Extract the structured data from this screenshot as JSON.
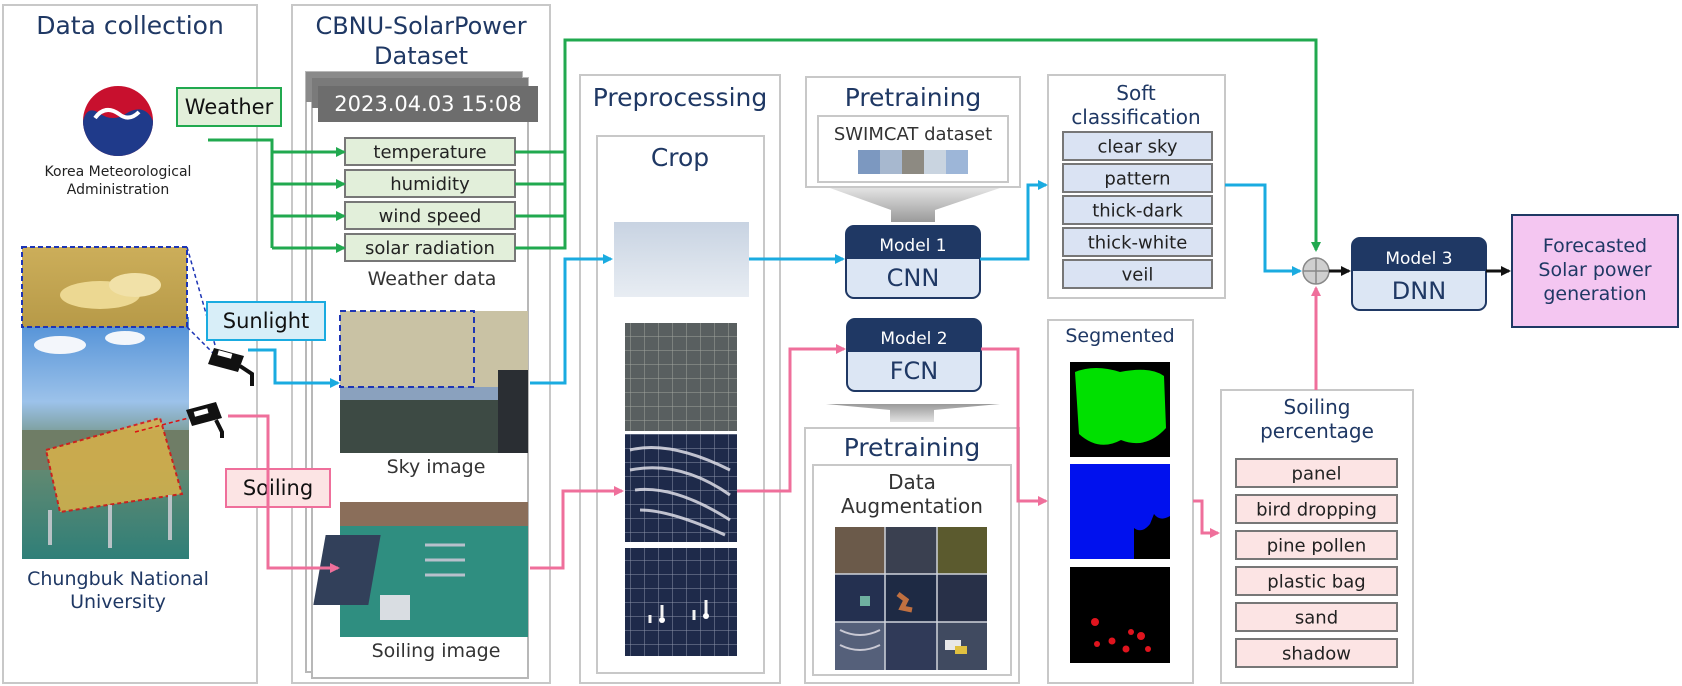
{
  "panels": {
    "data_collection": "Data collection",
    "dataset_line1": "CBNU-SolarPower",
    "dataset_line2": "Dataset",
    "preprocessing": "Preprocessing",
    "crop": "Crop",
    "pretraining_top": "Pretraining",
    "swimcat": "SWIMCAT dataset",
    "soft_line1": "Soft",
    "soft_line2": "classification",
    "pretraining_bottom": "Pretraining",
    "augment_line1": "Data",
    "augment_line2": "Augmentation",
    "segmented": "Segmented",
    "soiling_pct_line1": "Soiling",
    "soiling_pct_line2": "percentage"
  },
  "sources": {
    "kma_line1": "Korea Meteorological",
    "kma_line2": "Administration",
    "cbnu_line1": "Chungbuk National",
    "cbnu_line2": "University"
  },
  "tags": {
    "weather": "Weather",
    "sunlight": "Sunlight",
    "soiling": "Soiling"
  },
  "dataset": {
    "timestamp": "2023.04.03 15:08",
    "weather_fields": [
      "temperature",
      "humidity",
      "wind speed",
      "solar radiation"
    ],
    "weather_caption": "Weather data",
    "sky_caption": "Sky image",
    "soiling_caption": "Soiling image"
  },
  "models": {
    "m1_label": "Model 1",
    "m1_name": "CNN",
    "m2_label": "Model 2",
    "m2_name": "FCN",
    "m3_label": "Model 3",
    "m3_name": "DNN"
  },
  "sky_classes": [
    "clear sky",
    "pattern",
    "thick-dark",
    "thick-white",
    "veil"
  ],
  "soiling_classes": [
    "panel",
    "bird dropping",
    "pine pollen",
    "plastic bag",
    "sand",
    "shadow"
  ],
  "output": {
    "line1": "Forecasted",
    "line2": "Solar power",
    "line3": "generation"
  },
  "colors": {
    "weather_green": "#21a94f",
    "sunlight_blue": "#1aabe0",
    "soiling_pink": "#ef6f9b",
    "model_navy": "#1f3864",
    "model_body": "#dce6f4",
    "weather_box_fill": "#e2efda",
    "sky_class_fill": "#dae3f3",
    "soiling_class_fill": "#fce4e4",
    "output_fill": "#f4c6f1"
  }
}
